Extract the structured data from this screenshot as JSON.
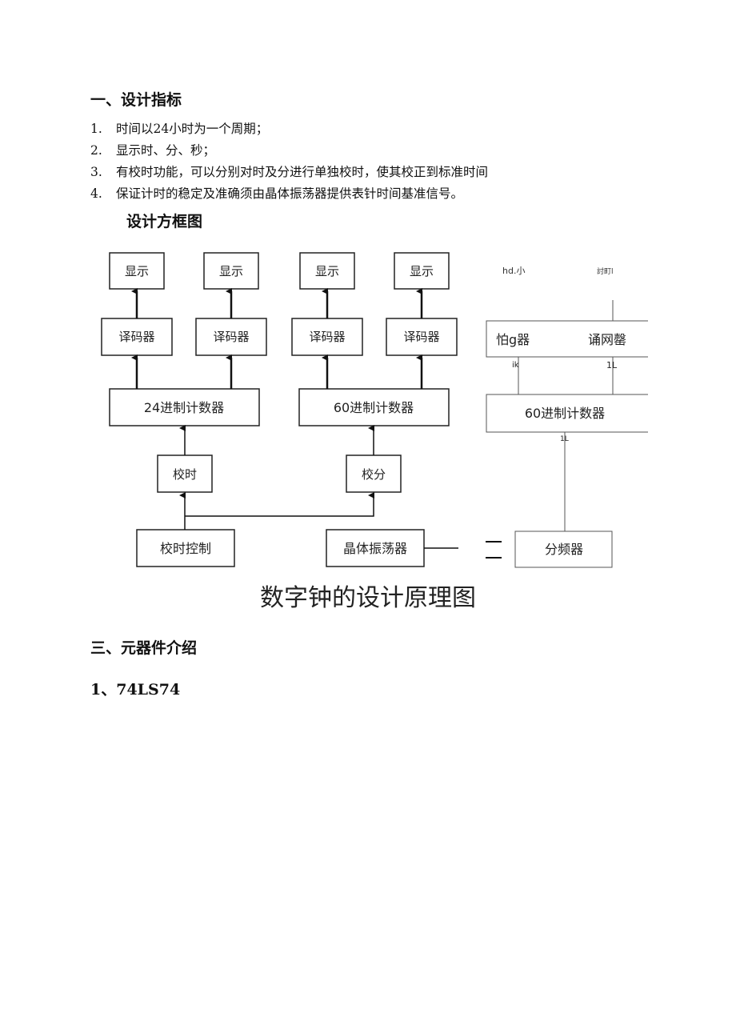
{
  "section1": {
    "title": "一、设计指标",
    "items": [
      {
        "num": "1.",
        "text": "时间以24小时为一个周期；"
      },
      {
        "num": "2.",
        "text": "显示时、分、秒；"
      },
      {
        "num": "3.",
        "text": "有校时功能，可以分别对时及分进行单独校时，使其校正到标准时间"
      },
      {
        "num": "4.",
        "text": "保证计时的稳定及准确须由晶体振荡器提供表针时间基准信号。"
      }
    ]
  },
  "section2": {
    "title": "设计方框图"
  },
  "diagram": {
    "display": [
      "显示",
      "显示",
      "显示",
      "显示"
    ],
    "decoders": [
      "译码器",
      "译码器",
      "译码器",
      "译码器"
    ],
    "counter24": "24进制计数器",
    "counter60": "60进制计数器",
    "adjust_hour": "校时",
    "adjust_minute": "校分",
    "adjust_control": "校时控制",
    "oscillator": "晶体振荡器",
    "right_top_labels": [
      "hd.小",
      "討町l"
    ],
    "right_decoders": [
      "怕g器",
      "诵网罄"
    ],
    "right_small_labels": [
      "ik",
      "1L",
      "1L"
    ],
    "right_counter": "60进制计数器",
    "divider": "分频器",
    "caption": "数字钟的设计原理图"
  },
  "section3": {
    "title": "三、元器件介绍"
  },
  "subsection1": {
    "title": "1、74LS74"
  }
}
